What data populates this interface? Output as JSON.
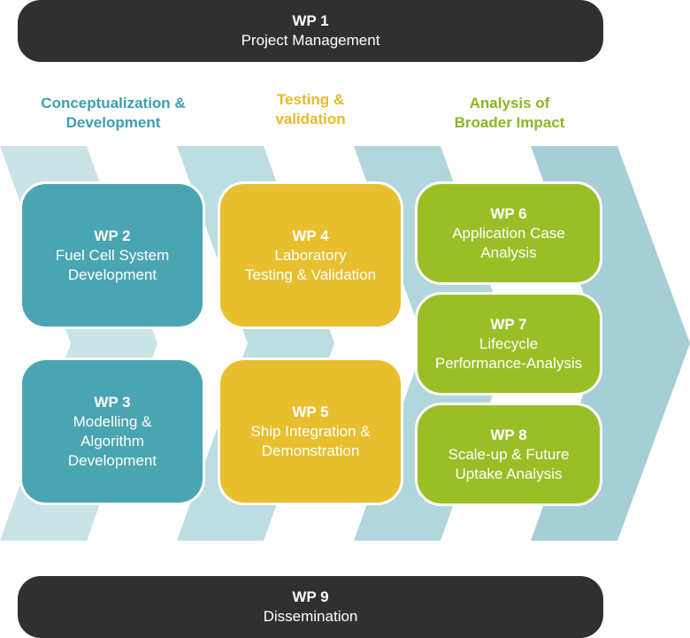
{
  "wp1": {
    "id": "WP 1",
    "title": "Project Management"
  },
  "wp9": {
    "id": "WP 9",
    "title": "Dissemination"
  },
  "phases": [
    {
      "label_line1": "Conceptualization &",
      "label_line2": "Development"
    },
    {
      "label_line1": "Testing &",
      "label_line2": "validation"
    },
    {
      "label_line1": "Analysis of",
      "label_line2": "Broader Impact"
    }
  ],
  "packages": [
    {
      "id": "WP 2",
      "lines": [
        "Fuel Cell System",
        "Development"
      ]
    },
    {
      "id": "WP 3",
      "lines": [
        "Modelling &",
        "Algorithm",
        "Development"
      ]
    },
    {
      "id": "WP 4",
      "lines": [
        "Laboratory",
        "Testing & Validation"
      ]
    },
    {
      "id": "WP 5",
      "lines": [
        "Ship Integration &",
        "Demonstration"
      ]
    },
    {
      "id": "WP 6",
      "lines": [
        "Application Case",
        "Analysis"
      ]
    },
    {
      "id": "WP 7",
      "lines": [
        "Lifecycle",
        "Performance-Analysis"
      ]
    },
    {
      "id": "WP 8",
      "lines": [
        "Scale-up & Future",
        "Uptake Analysis"
      ]
    }
  ],
  "colors": {
    "dark": "#303030",
    "teal": "#4aa5b2",
    "yellow": "#e8bf2e",
    "green": "#9abf26",
    "chevron_light": "#c6e2e6",
    "chevron_dark": "#a6d0d7"
  }
}
